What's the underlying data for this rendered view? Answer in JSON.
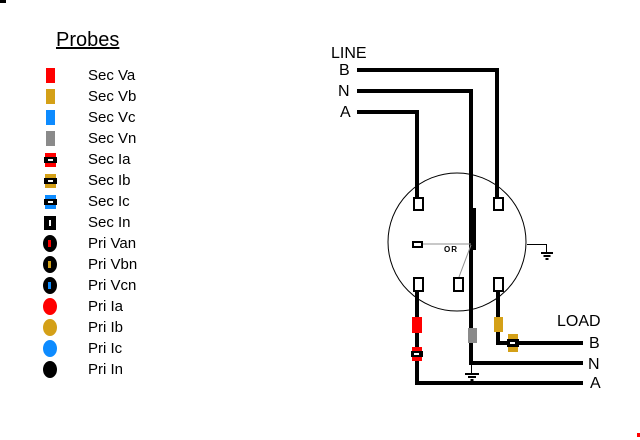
{
  "palette": {
    "red": "#FF0000",
    "gold": "#D4A017",
    "blue": "#0D8BFF",
    "gray": "#8A8A8A",
    "black": "#000000",
    "thin_line": "#909090",
    "white": "#FFFFFF"
  },
  "legend": {
    "title": "Probes",
    "items": [
      {
        "label": "Sec Va",
        "icon": "voltage-square",
        "color": "red"
      },
      {
        "label": "Sec Vb",
        "icon": "voltage-square",
        "color": "gold"
      },
      {
        "label": "Sec Vc",
        "icon": "voltage-square",
        "color": "blue"
      },
      {
        "label": "Sec Vn",
        "icon": "voltage-square",
        "color": "gray"
      },
      {
        "label": "Sec Ia",
        "icon": "current-clamp",
        "color": "red"
      },
      {
        "label": "Sec Ib",
        "icon": "current-clamp",
        "color": "gold"
      },
      {
        "label": "Sec Ic",
        "icon": "current-clamp",
        "color": "blue"
      },
      {
        "label": "Sec In",
        "icon": "neutral-square",
        "color": "black"
      },
      {
        "label": "Pri Van",
        "icon": "oval-dash",
        "color": "red"
      },
      {
        "label": "Pri Vbn",
        "icon": "oval-dash",
        "color": "gold"
      },
      {
        "label": "Pri Vcn",
        "icon": "oval-dash",
        "color": "blue"
      },
      {
        "label": "Pri Ia",
        "icon": "oval",
        "color": "red"
      },
      {
        "label": "Pri Ib",
        "icon": "oval",
        "color": "gold"
      },
      {
        "label": "Pri Ic",
        "icon": "oval",
        "color": "blue"
      },
      {
        "label": "Pri In",
        "icon": "oval",
        "color": "black"
      }
    ]
  },
  "diagram": {
    "line_title": "LINE",
    "line_labels": {
      "b": "B",
      "n": "N",
      "a": "A"
    },
    "load_title": "LOAD",
    "load_labels": {
      "b": "B",
      "n": "N",
      "a": "A"
    },
    "or_label": "OR"
  }
}
